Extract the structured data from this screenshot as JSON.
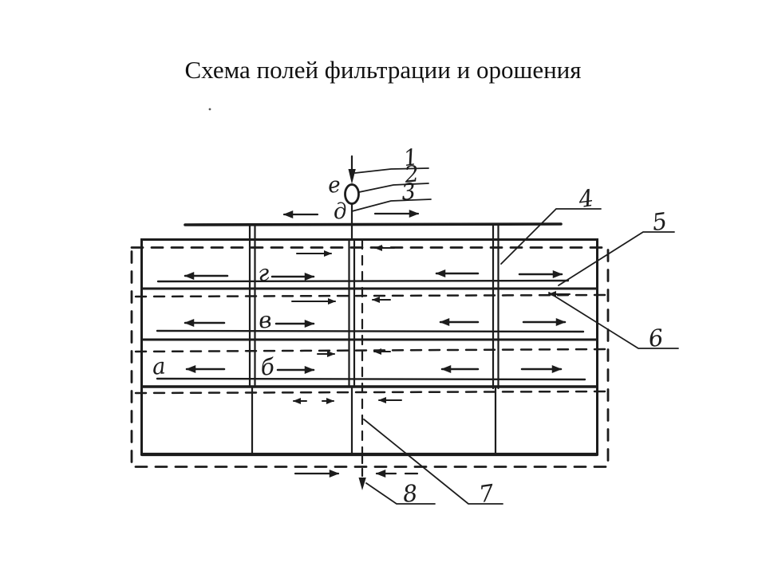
{
  "title": "Схема полей фильтрации и орошения",
  "colors": {
    "ink": "#1c1c1c",
    "paper": "#ffffff"
  },
  "inlet": {
    "label_e": "е",
    "label_d": "д"
  },
  "cells": {
    "label_g": "г",
    "label_v": "в",
    "label_b": "б",
    "label_a": "а"
  },
  "callouts": {
    "n1": "1",
    "n2": "2",
    "n3": "3",
    "n4": "4",
    "n5": "5",
    "n6": "6",
    "n7": "7",
    "n8": "8"
  }
}
